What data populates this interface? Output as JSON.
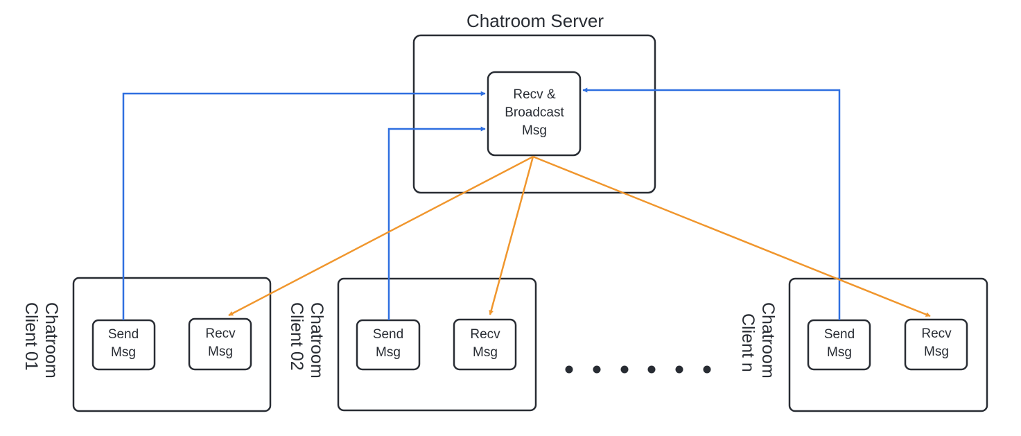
{
  "server": {
    "title": "Chatroom Server",
    "core_box": {
      "line1": "Recv &",
      "line2": "Broadcast",
      "line3": "Msg"
    }
  },
  "clients": [
    {
      "label_line1": "Chatroom",
      "label_line2": "Client 01",
      "send_line1": "Send",
      "send_line2": "Msg",
      "recv_line1": "Recv",
      "recv_line2": "Msg"
    },
    {
      "label_line1": "Chatroom",
      "label_line2": "Client 02",
      "send_line1": "Send",
      "send_line2": "Msg",
      "recv_line1": "Recv",
      "recv_line2": "Msg"
    },
    {
      "label_line1": "Chatroom",
      "label_line2": "Client n",
      "send_line1": "Send",
      "send_line2": "Msg",
      "recv_line1": "Recv",
      "recv_line2": "Msg"
    }
  ],
  "colors": {
    "send_arrow": "#2f6fe0",
    "broadcast_arrow": "#f0962d",
    "stroke": "#282c33"
  }
}
